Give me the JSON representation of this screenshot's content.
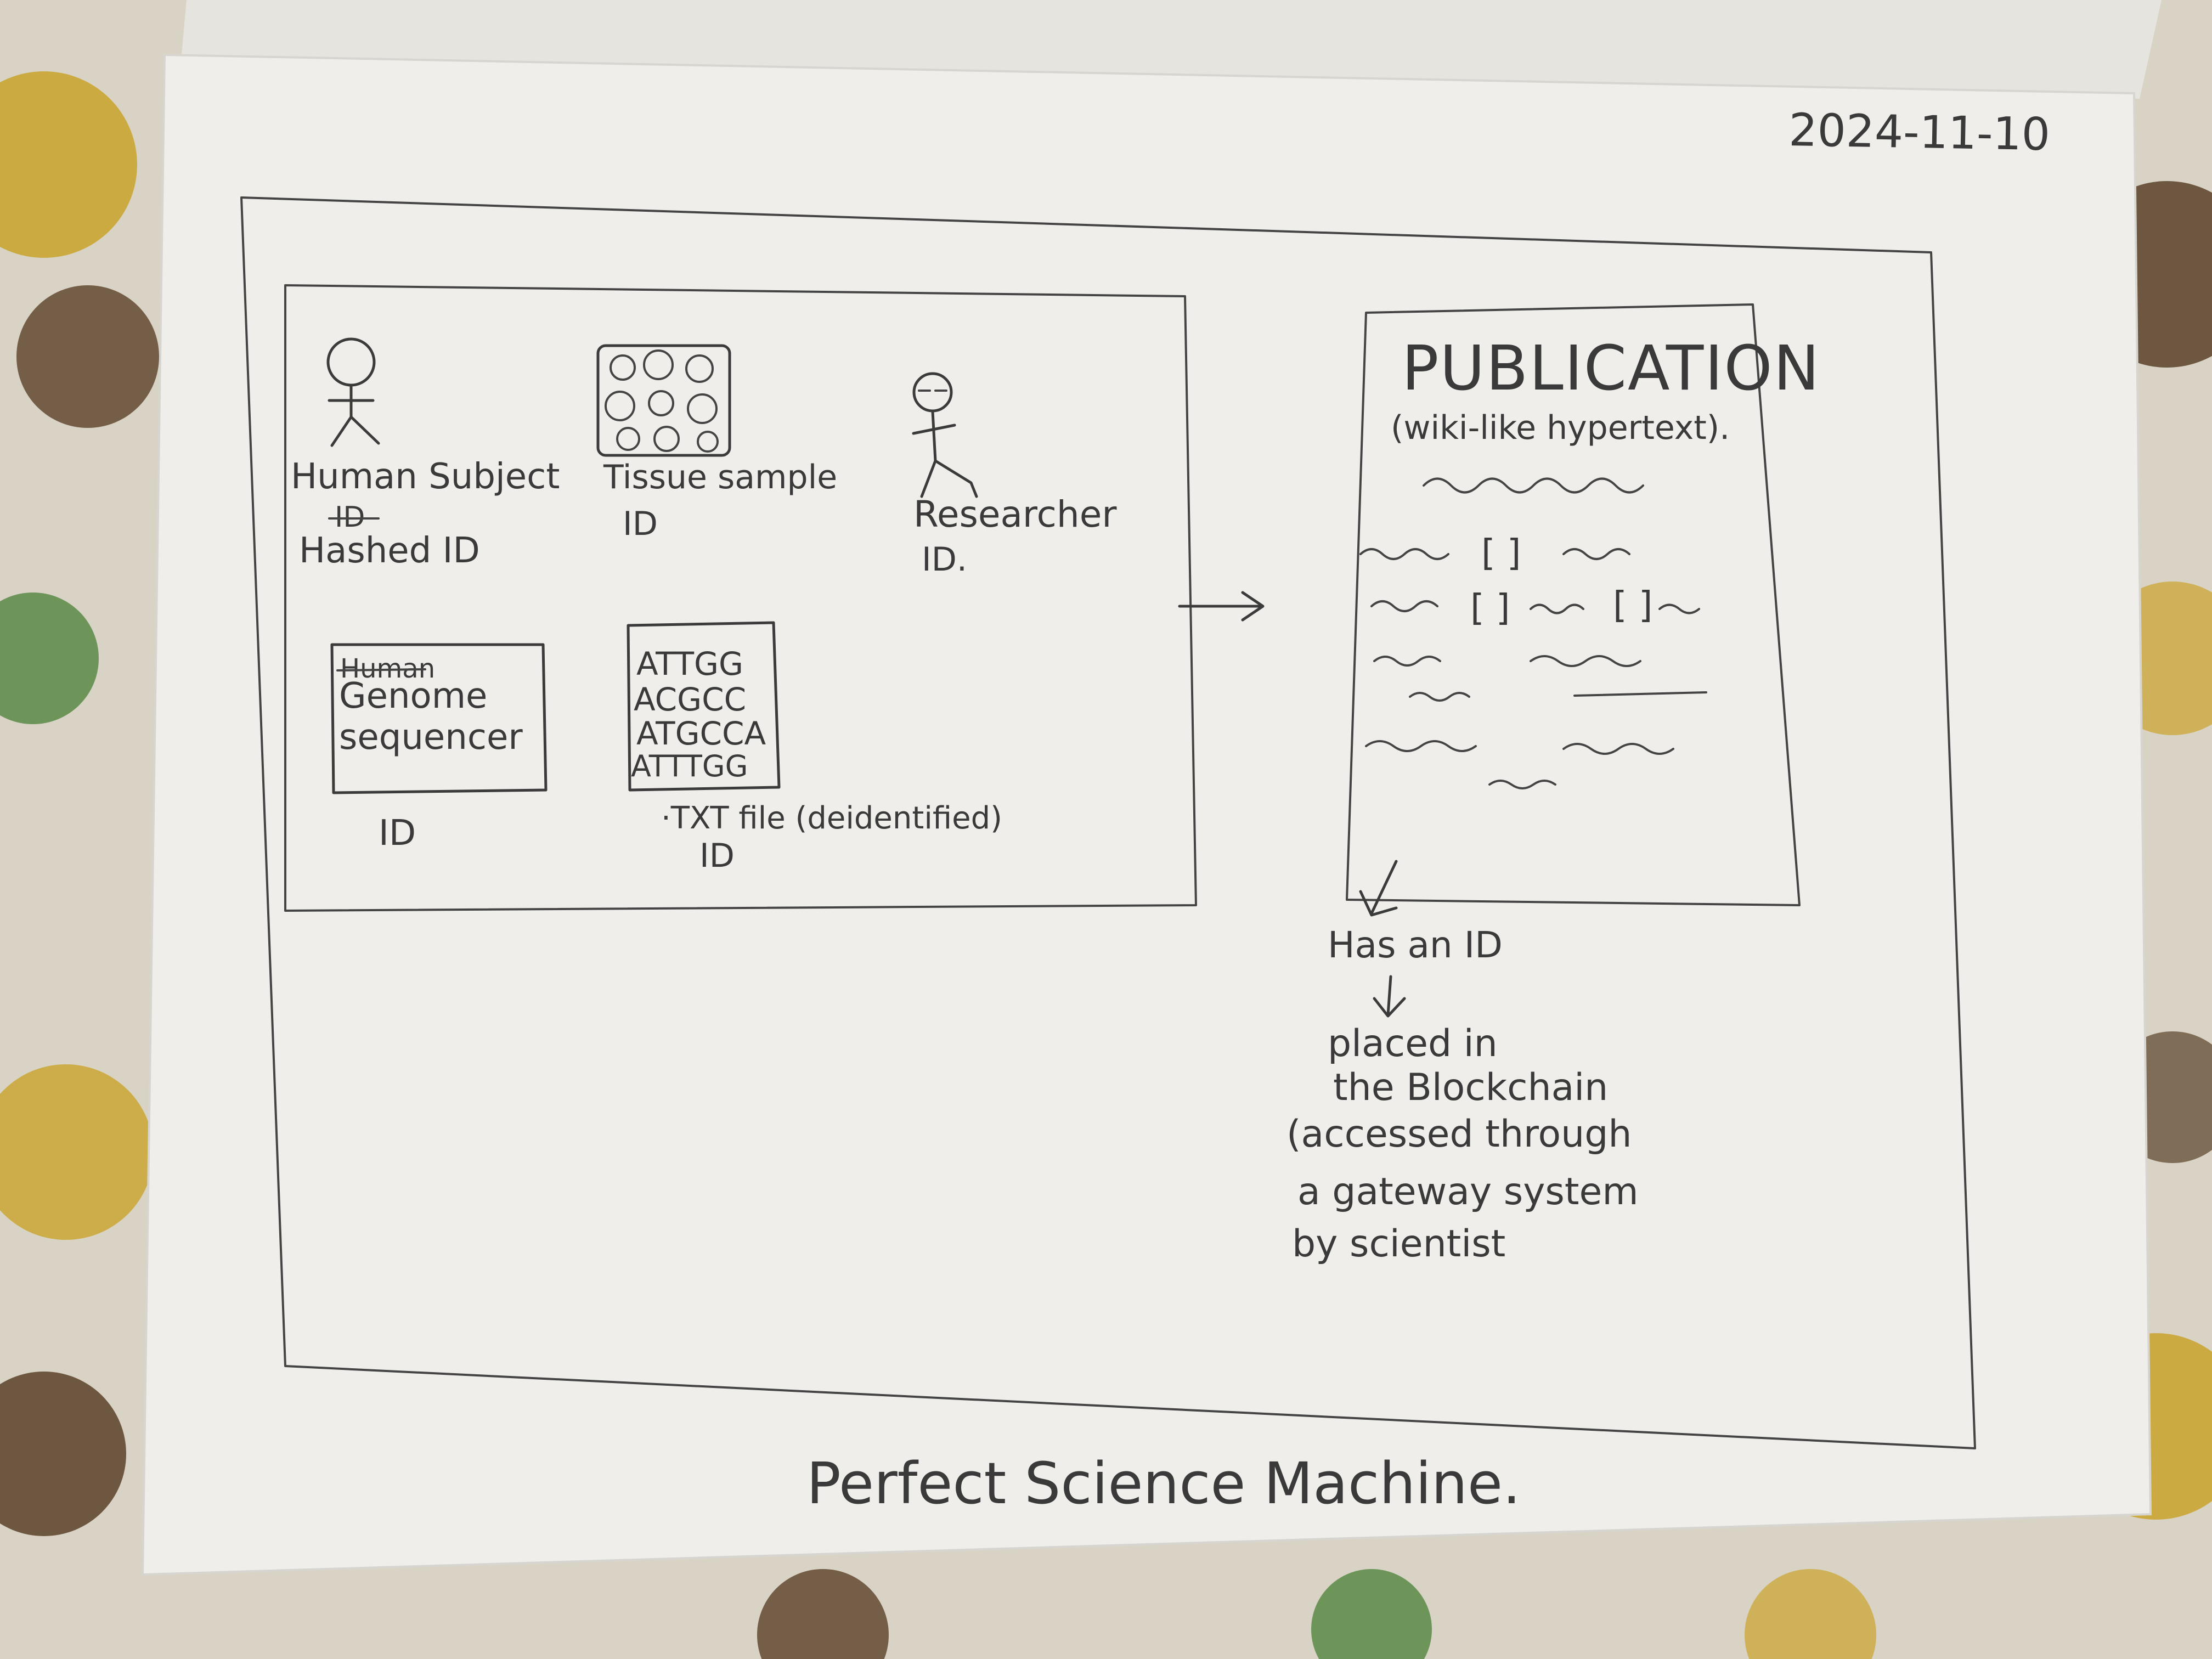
{
  "date": "2024-11-10",
  "title": "Perfect Science Machine.",
  "left_panel": {
    "human_subject": {
      "label": "Human Subject",
      "struck_text": "ID",
      "id_text": "Hashed ID"
    },
    "tissue_sample": {
      "label": "Tissue sample",
      "id_text": "ID"
    },
    "researcher": {
      "label": "Researcher",
      "id_text": "ID."
    },
    "genome_sequencer": {
      "struck_text": "Human",
      "line1": "Genome",
      "line2": "sequencer",
      "id_text": "ID"
    },
    "dna_file": {
      "sequence": [
        "ATTGG",
        "ACGCC",
        "ATGCCA",
        "ATTTGG"
      ],
      "caption": "·TXT file (deidentified)",
      "id_text": "ID"
    }
  },
  "publication": {
    "title": "PUBLICATION",
    "subtitle": "(wiki-like hypertext).",
    "link_brackets": [
      "[ ]",
      "[ ]",
      "[ ]"
    ]
  },
  "notes": {
    "has_id": "Has an ID",
    "placed_lines": [
      "placed in",
      "the Blockchain",
      "(accessed through",
      "a gateway system",
      "by scientist"
    ]
  },
  "icons": [
    "stick-figure-icon",
    "tissue-cells-icon",
    "researcher-figure-icon",
    "arrow-right-icon",
    "arrow-down-icon"
  ],
  "colors": {
    "paper": "#efeeea",
    "ink": "#3a3a3a",
    "background": "#d8d2c4"
  }
}
